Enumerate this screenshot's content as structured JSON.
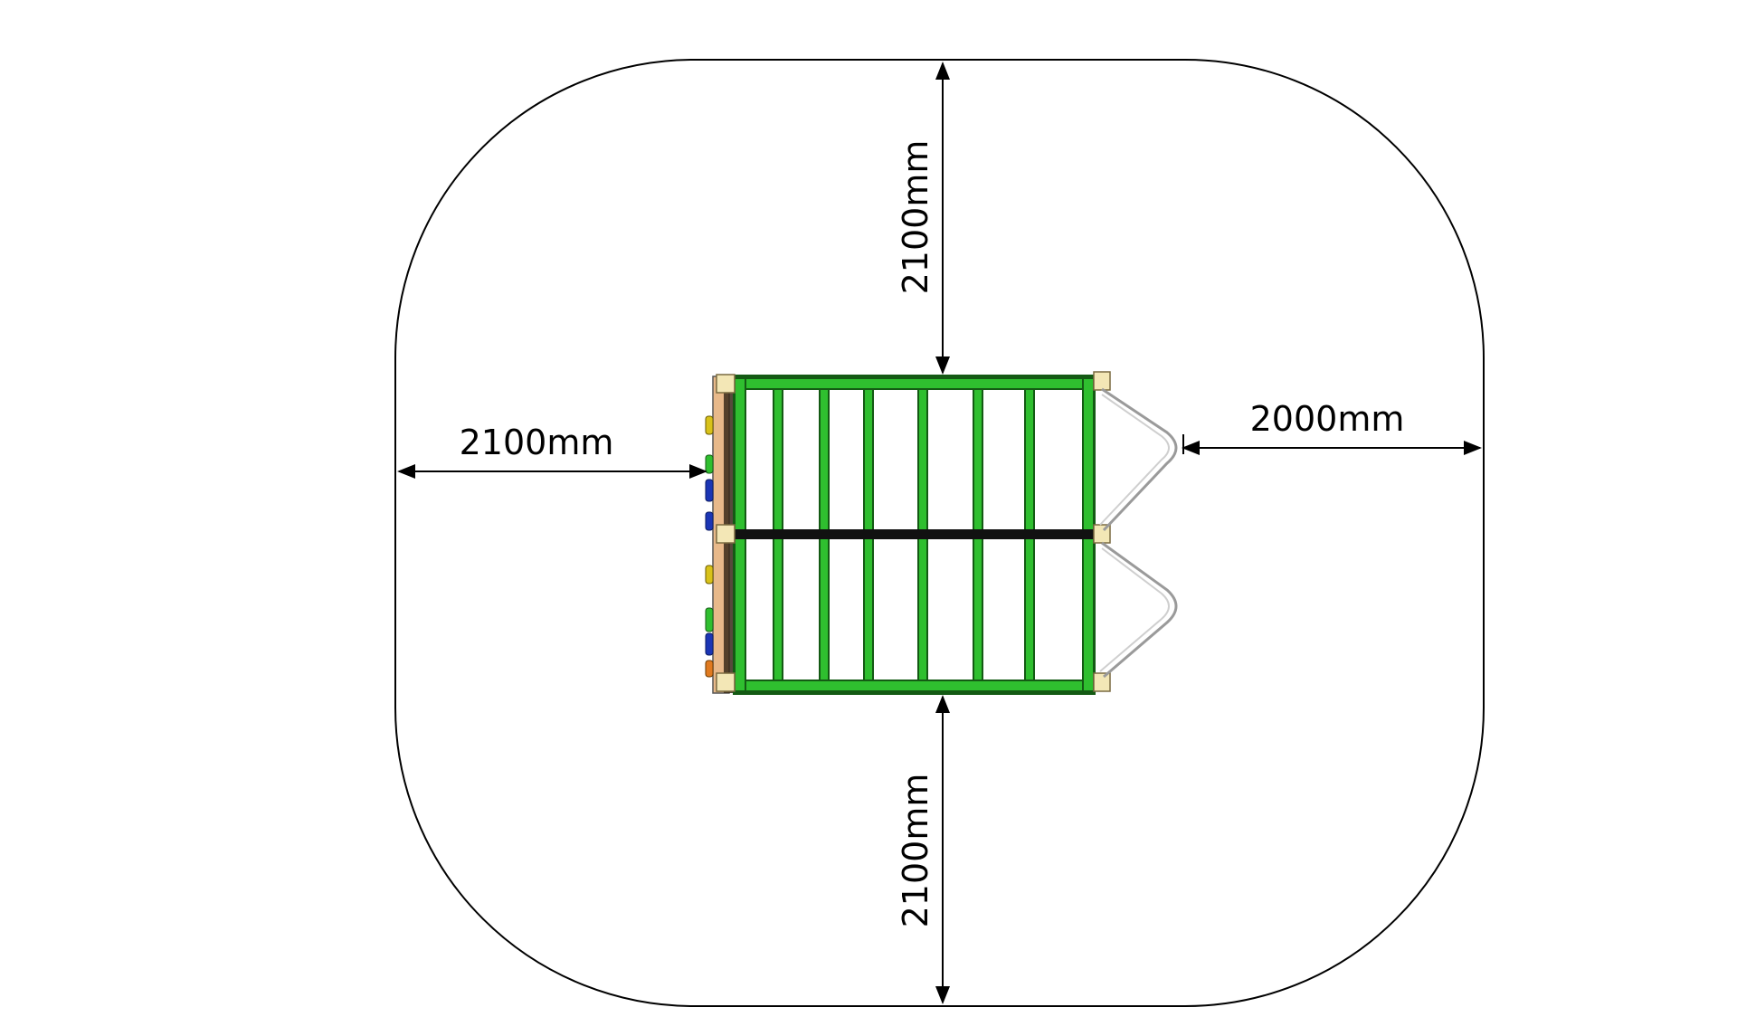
{
  "colors": {
    "boundary": "#000000",
    "frame_green": "#2fbf2f",
    "frame_outline": "#145a14",
    "post_cream": "#f3e7b6",
    "beam_black": "#111111",
    "side_panel": "#e8b98a",
    "climbing_hold_blue": "#1b35b5",
    "climbing_hold_yellow": "#d8c21a",
    "ladder_grey": "#9a9a9a"
  },
  "dimensions": {
    "top": "2100mm",
    "bottom": "2100mm",
    "left": "2100mm",
    "right": "2000mm"
  },
  "icons": {
    "arrowhead": "arrowhead-icon",
    "climbing_hold": "climbing-hold-icon"
  }
}
